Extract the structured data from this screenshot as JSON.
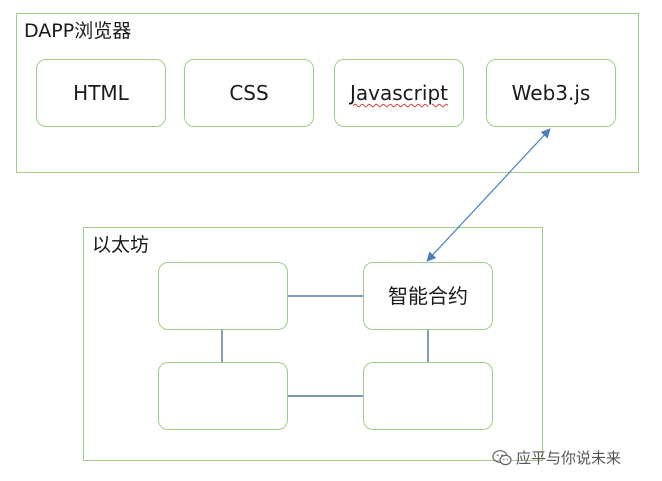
{
  "browser": {
    "title": "DAPP浏览器",
    "items": [
      {
        "label": "HTML"
      },
      {
        "label": "CSS"
      },
      {
        "label": "Javascript"
      },
      {
        "label": "Web3.js"
      }
    ]
  },
  "ethereum": {
    "title": "以太坊",
    "nodes": [
      {
        "label": ""
      },
      {
        "label": "智能合约"
      },
      {
        "label": ""
      },
      {
        "label": ""
      }
    ]
  },
  "colors": {
    "box_border": "#9fcf86",
    "connector": "#2e5c8a",
    "arrow": "#4a7ebf"
  },
  "icons": {
    "watermark": "wechat-logo-icon"
  },
  "watermark": {
    "text": "应平与你说未来"
  }
}
